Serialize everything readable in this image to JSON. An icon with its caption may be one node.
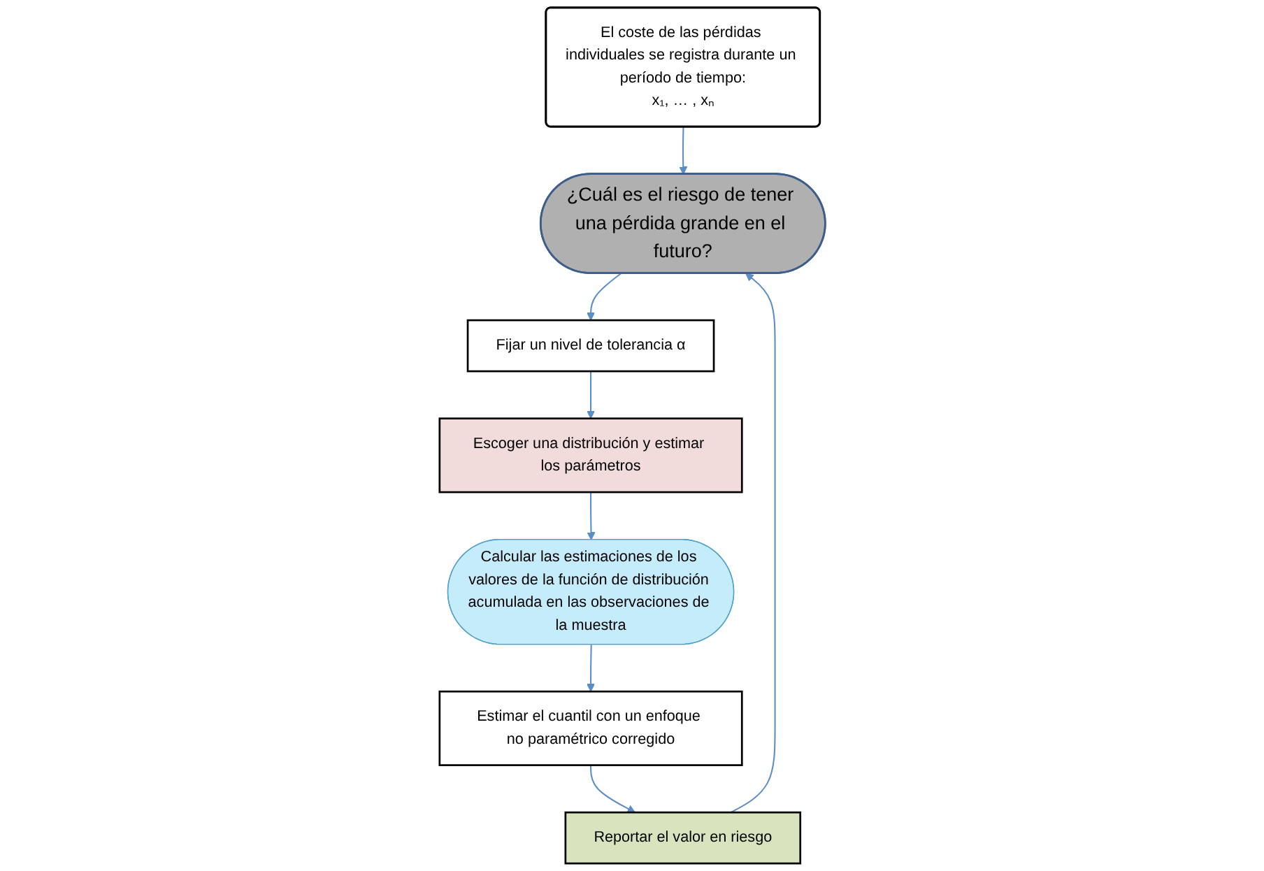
{
  "diagram": {
    "nodes": [
      {
        "text": [
          "El coste de las pérdidas individuales se registra durante un período de tiempo:",
          "x₁, … , xₙ"
        ]
      },
      {
        "text": [
          "¿Cuál es el riesgo de tener una pérdida grande en el futuro?"
        ]
      },
      {
        "text": [
          "Fijar un nivel de tolerancia α"
        ]
      },
      {
        "text": [
          "Escoger una distribución y estimar los parámetros"
        ]
      },
      {
        "text": [
          "Calcular las estimaciones de los valores de la función de distribución acumulada en las observaciones de la muestra"
        ]
      },
      {
        "text": [
          "Estimar el cuantil con un enfoque no paramétrico corregido"
        ]
      },
      {
        "text": [
          "Reportar el valor en riesgo"
        ]
      }
    ],
    "edges": [
      {
        "from": 0,
        "to": 1,
        "arrow": "to"
      },
      {
        "from": 1,
        "to": 2,
        "arrow": "to"
      },
      {
        "from": 2,
        "to": 3,
        "arrow": "to"
      },
      {
        "from": 3,
        "to": 4,
        "arrow": "to"
      },
      {
        "from": 4,
        "to": 5,
        "arrow": "to"
      },
      {
        "from": 5,
        "to": 6,
        "arrow": "to"
      },
      {
        "from": 6,
        "to": 1,
        "arrow": "to"
      }
    ]
  }
}
